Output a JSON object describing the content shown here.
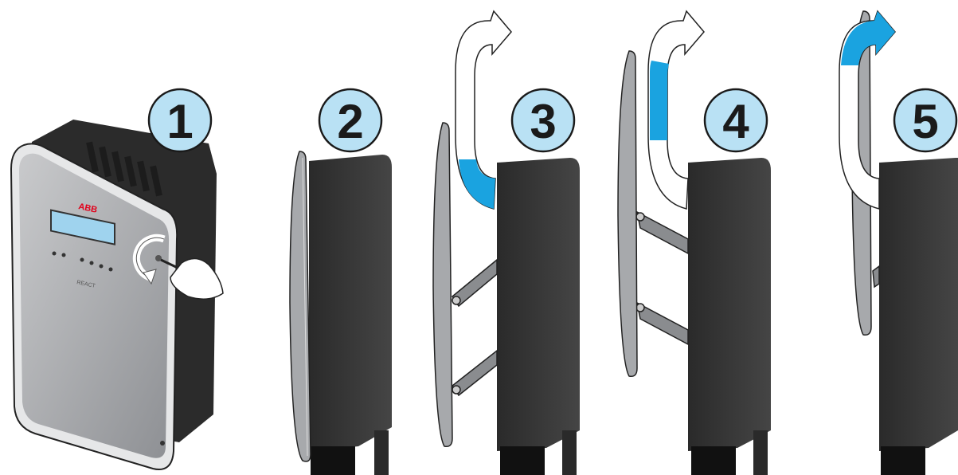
{
  "steps": [
    {
      "number": "1"
    },
    {
      "number": "2"
    },
    {
      "number": "3"
    },
    {
      "number": "4"
    },
    {
      "number": "5"
    }
  ],
  "device": {
    "brand": "ABB",
    "model": "REACT"
  },
  "colors": {
    "badge_fill": "#b9e1f4",
    "badge_stroke": "#1a1a1a",
    "body_dark": "#3b3b3b",
    "cover_gray": "#a7a9ac",
    "arrow_blue": "#1aa3e0",
    "brand_red": "#e2001a"
  }
}
